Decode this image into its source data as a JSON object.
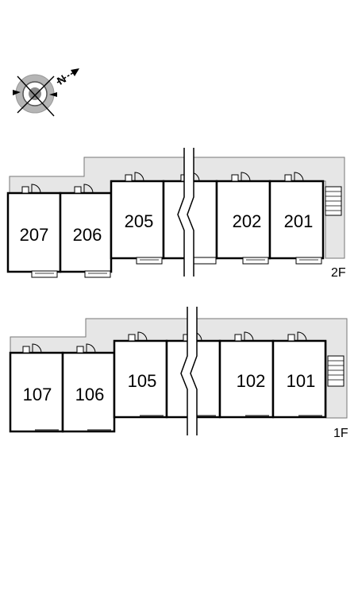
{
  "compass": {
    "letter": "N",
    "icon": "compass-rose-icon"
  },
  "colors": {
    "corridor_fill": "#e6e6e6",
    "wall": "#000000",
    "corridor_stroke": "#777777"
  },
  "floors": [
    {
      "label": "2F",
      "units": [
        {
          "number": "207"
        },
        {
          "number": "206"
        },
        {
          "number": "205"
        },
        {
          "number": ""
        },
        {
          "number": "202"
        },
        {
          "number": "201"
        }
      ]
    },
    {
      "label": "1F",
      "units": [
        {
          "number": "107"
        },
        {
          "number": "106"
        },
        {
          "number": "105"
        },
        {
          "number": ""
        },
        {
          "number": "102"
        },
        {
          "number": "101"
        }
      ]
    }
  ]
}
